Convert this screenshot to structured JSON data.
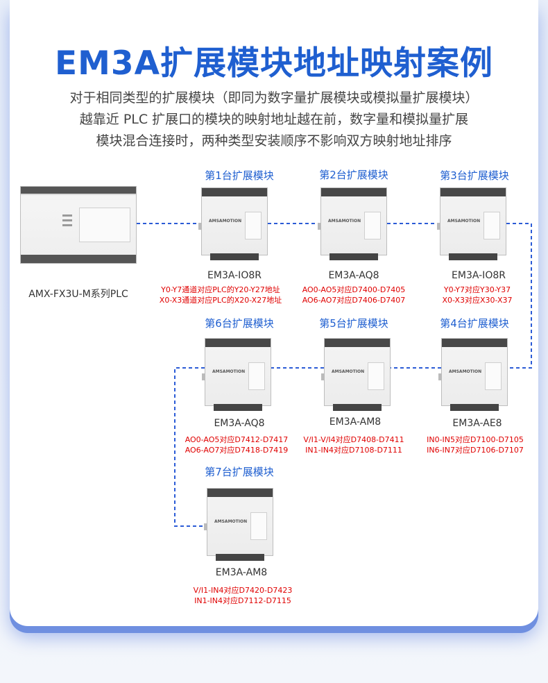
{
  "title": "EM3A扩展模块地址映射案例",
  "description": [
    "对于相同类型的扩展模块（即同为数字量扩展模块或模拟量扩展模块）",
    "越靠近 PLC 扩展口的模块的映射地址越在前，数字量和模拟量扩展",
    "模块混合连接时，两种类型安装顺序不影响双方映射地址排序"
  ],
  "plc": {
    "name": "AMX-FX3U-M系列PLC"
  },
  "brand_text": "AMSAMOTION",
  "modules": [
    {
      "header": "第1台扩展模块",
      "name": "EM3A-IO8R",
      "mapping": [
        "Y0-Y7通道对应PLC的Y20-Y27地址",
        "X0-X3通道对应PLC的X20-X27地址"
      ]
    },
    {
      "header": "第2台扩展模块",
      "name": "EM3A-AQ8",
      "mapping": [
        "AO0-AO5对应D7400-D7405",
        "AO6-AO7对应D7406-D7407"
      ]
    },
    {
      "header": "第3台扩展模块",
      "name": "EM3A-IO8R",
      "mapping": [
        "Y0-Y7对应Y30-Y37",
        "X0-X3对应X30-X37"
      ]
    },
    {
      "header": "第4台扩展模块",
      "name": "EM3A-AE8",
      "mapping": [
        "IN0-IN5对应D7100-D7105",
        "IN6-IN7对应D7106-D7107"
      ]
    },
    {
      "header": "第5台扩展模块",
      "name": "EM3A-AM8",
      "mapping": [
        "V/I1-V/I4对应D7408-D7411",
        "IN1-IN4对应D7108-D7111"
      ]
    },
    {
      "header": "第6台扩展模块",
      "name": "EM3A-AQ8",
      "mapping": [
        "AO0-AO5对应D7412-D7417",
        "AO6-AO7对应D7418-D7419"
      ]
    },
    {
      "header": "第7台扩展模块",
      "name": "EM3A-AM8",
      "mapping": [
        "V/I1-IN4对应D7420-D7423",
        "IN1-IN4对应D7112-D7115"
      ]
    }
  ],
  "colors": {
    "title": "#1f5fd0",
    "header": "#1f5fd0",
    "mapping": "#e00000",
    "connector": "#2b5bd6"
  }
}
